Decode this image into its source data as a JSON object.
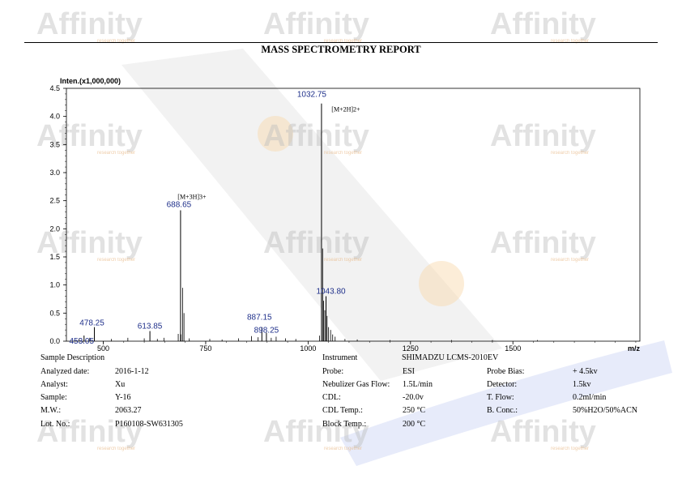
{
  "report": {
    "title": "MASS SPECTROMETRY REPORT",
    "watermark_text": "Affinity",
    "watermark_tagline": "research together"
  },
  "chart_data": {
    "type": "bar",
    "title": "",
    "ylabel": "Inten.(x1,000,000)",
    "xlabel": "m/z",
    "xlim": [
      410,
      1810
    ],
    "ylim": [
      0,
      4.5
    ],
    "x_ticks": [
      500,
      750,
      1000,
      1250,
      1500
    ],
    "y_ticks": [
      "0.0",
      "0.5",
      "1.0",
      "1.5",
      "2.0",
      "2.5",
      "3.0",
      "3.5",
      "4.0",
      "4.5"
    ],
    "grid": false,
    "peaks": [
      {
        "mz": 453.05,
        "intensity": 0.1,
        "label": "453.05"
      },
      {
        "mz": 478.25,
        "intensity": 0.25,
        "label": "478.25"
      },
      {
        "mz": 613.85,
        "intensity": 0.18,
        "label": "613.85"
      },
      {
        "mz": 688.65,
        "intensity": 2.33,
        "label": "688.65"
      },
      {
        "mz": 887.15,
        "intensity": 0.25,
        "label": "887.15"
      },
      {
        "mz": 898.25,
        "intensity": 0.15,
        "label": "898.25"
      },
      {
        "mz": 1032.75,
        "intensity": 4.23,
        "label": "1032.75"
      },
      {
        "mz": 1043.8,
        "intensity": 0.8,
        "label": "1043.80"
      },
      {
        "mz": 693.5,
        "intensity": 0.95
      },
      {
        "mz": 697.0,
        "intensity": 0.5
      },
      {
        "mz": 689.8,
        "intensity": 0.12
      },
      {
        "mz": 1035.5,
        "intensity": 1.65
      },
      {
        "mz": 1038.0,
        "intensity": 0.72
      },
      {
        "mz": 1040.8,
        "intensity": 0.55
      },
      {
        "mz": 1046.5,
        "intensity": 0.45
      },
      {
        "mz": 1050.0,
        "intensity": 0.25
      },
      {
        "mz": 1055.0,
        "intensity": 0.2
      },
      {
        "mz": 1060.0,
        "intensity": 0.12
      },
      {
        "mz": 1066.0,
        "intensity": 0.08
      },
      {
        "mz": 1028.0,
        "intensity": 0.1
      },
      {
        "mz": 467.0,
        "intensity": 0.06
      },
      {
        "mz": 441.0,
        "intensity": 0.05
      },
      {
        "mz": 520.0,
        "intensity": 0.04
      },
      {
        "mz": 560.0,
        "intensity": 0.06
      },
      {
        "mz": 600.0,
        "intensity": 0.05
      },
      {
        "mz": 632.0,
        "intensity": 0.04
      },
      {
        "mz": 648.0,
        "intensity": 0.06
      },
      {
        "mz": 683.0,
        "intensity": 0.13
      },
      {
        "mz": 710.0,
        "intensity": 0.05
      },
      {
        "mz": 760.0,
        "intensity": 0.04
      },
      {
        "mz": 790.0,
        "intensity": 0.03
      },
      {
        "mz": 830.0,
        "intensity": 0.05
      },
      {
        "mz": 862.0,
        "intensity": 0.09
      },
      {
        "mz": 878.0,
        "intensity": 0.07
      },
      {
        "mz": 910.0,
        "intensity": 0.06
      },
      {
        "mz": 922.0,
        "intensity": 0.08
      },
      {
        "mz": 945.0,
        "intensity": 0.05
      },
      {
        "mz": 970.0,
        "intensity": 0.04
      },
      {
        "mz": 1090.0,
        "intensity": 0.04
      },
      {
        "mz": 1120.0,
        "intensity": 0.03
      },
      {
        "mz": 1200.0,
        "intensity": 0.02
      },
      {
        "mz": 1350.0,
        "intensity": 0.02
      },
      {
        "mz": 1450.0,
        "intensity": 0.02
      },
      {
        "mz": 1560.0,
        "intensity": 0.02
      }
    ],
    "annotations": [
      {
        "text": "[M+2H]2+",
        "mz": 1032.75
      },
      {
        "text": "[M+3H]3+",
        "mz": 688.65
      }
    ],
    "line_color": "#000000",
    "label_color": "#1e2f8a"
  },
  "sample": {
    "section_title": "Sample Description",
    "rows": [
      {
        "label": "Analyzed date:",
        "value": "2016-1-12"
      },
      {
        "label": "Analyst:",
        "value": "Xu"
      },
      {
        "label": "Sample:",
        "value": "Y-16"
      },
      {
        "label": "M.W.:",
        "value": "2063.27"
      },
      {
        "label": "Lot. No.:",
        "value": "P160108-SW631305"
      }
    ]
  },
  "instrument": {
    "label": "Instrument",
    "name": "SHIMADZU LCMS-2010EV",
    "left_rows": [
      {
        "label": "Probe:",
        "value": "ESI"
      },
      {
        "label": "Nebulizer Gas Flow:",
        "value": "1.5L/min"
      },
      {
        "label": "CDL:",
        "value": "-20.0v"
      },
      {
        "label": "CDL Temp.:",
        "value": "250 °C"
      },
      {
        "label": "Block Temp.:",
        "value": "200 °C"
      }
    ],
    "right_rows": [
      {
        "label": "Probe Bias:",
        "value": "+ 4.5kv"
      },
      {
        "label": "Detector:",
        "value": "1.5kv"
      },
      {
        "label": "T. Flow:",
        "value": "0.2ml/min"
      },
      {
        "label": "B. Conc.:",
        "value": "50%H2O/50%ACN"
      }
    ]
  }
}
